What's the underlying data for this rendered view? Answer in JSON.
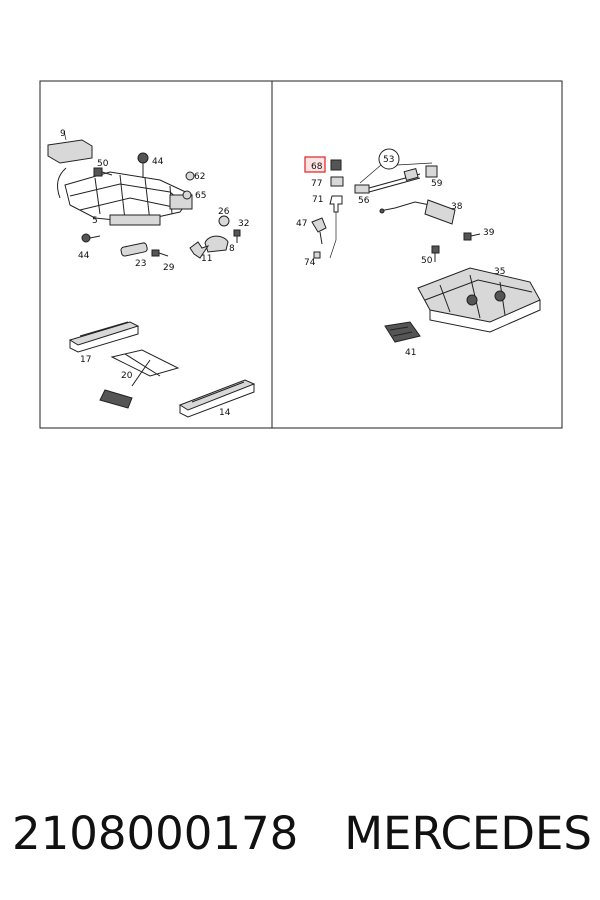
{
  "diagram": {
    "left_panel_labels": [
      "9",
      "50",
      "44",
      "62",
      "65",
      "5",
      "26",
      "32",
      "8",
      "44",
      "23",
      "29",
      "11",
      "17",
      "20",
      "14"
    ],
    "right_panel_labels": [
      "68",
      "77",
      "53",
      "59",
      "71",
      "56",
      "38",
      "47",
      "39",
      "74",
      "50",
      "35",
      "41"
    ],
    "highlighted_part": "68"
  },
  "caption": {
    "part_number": "2108000178",
    "brand": "MERCEDES"
  }
}
